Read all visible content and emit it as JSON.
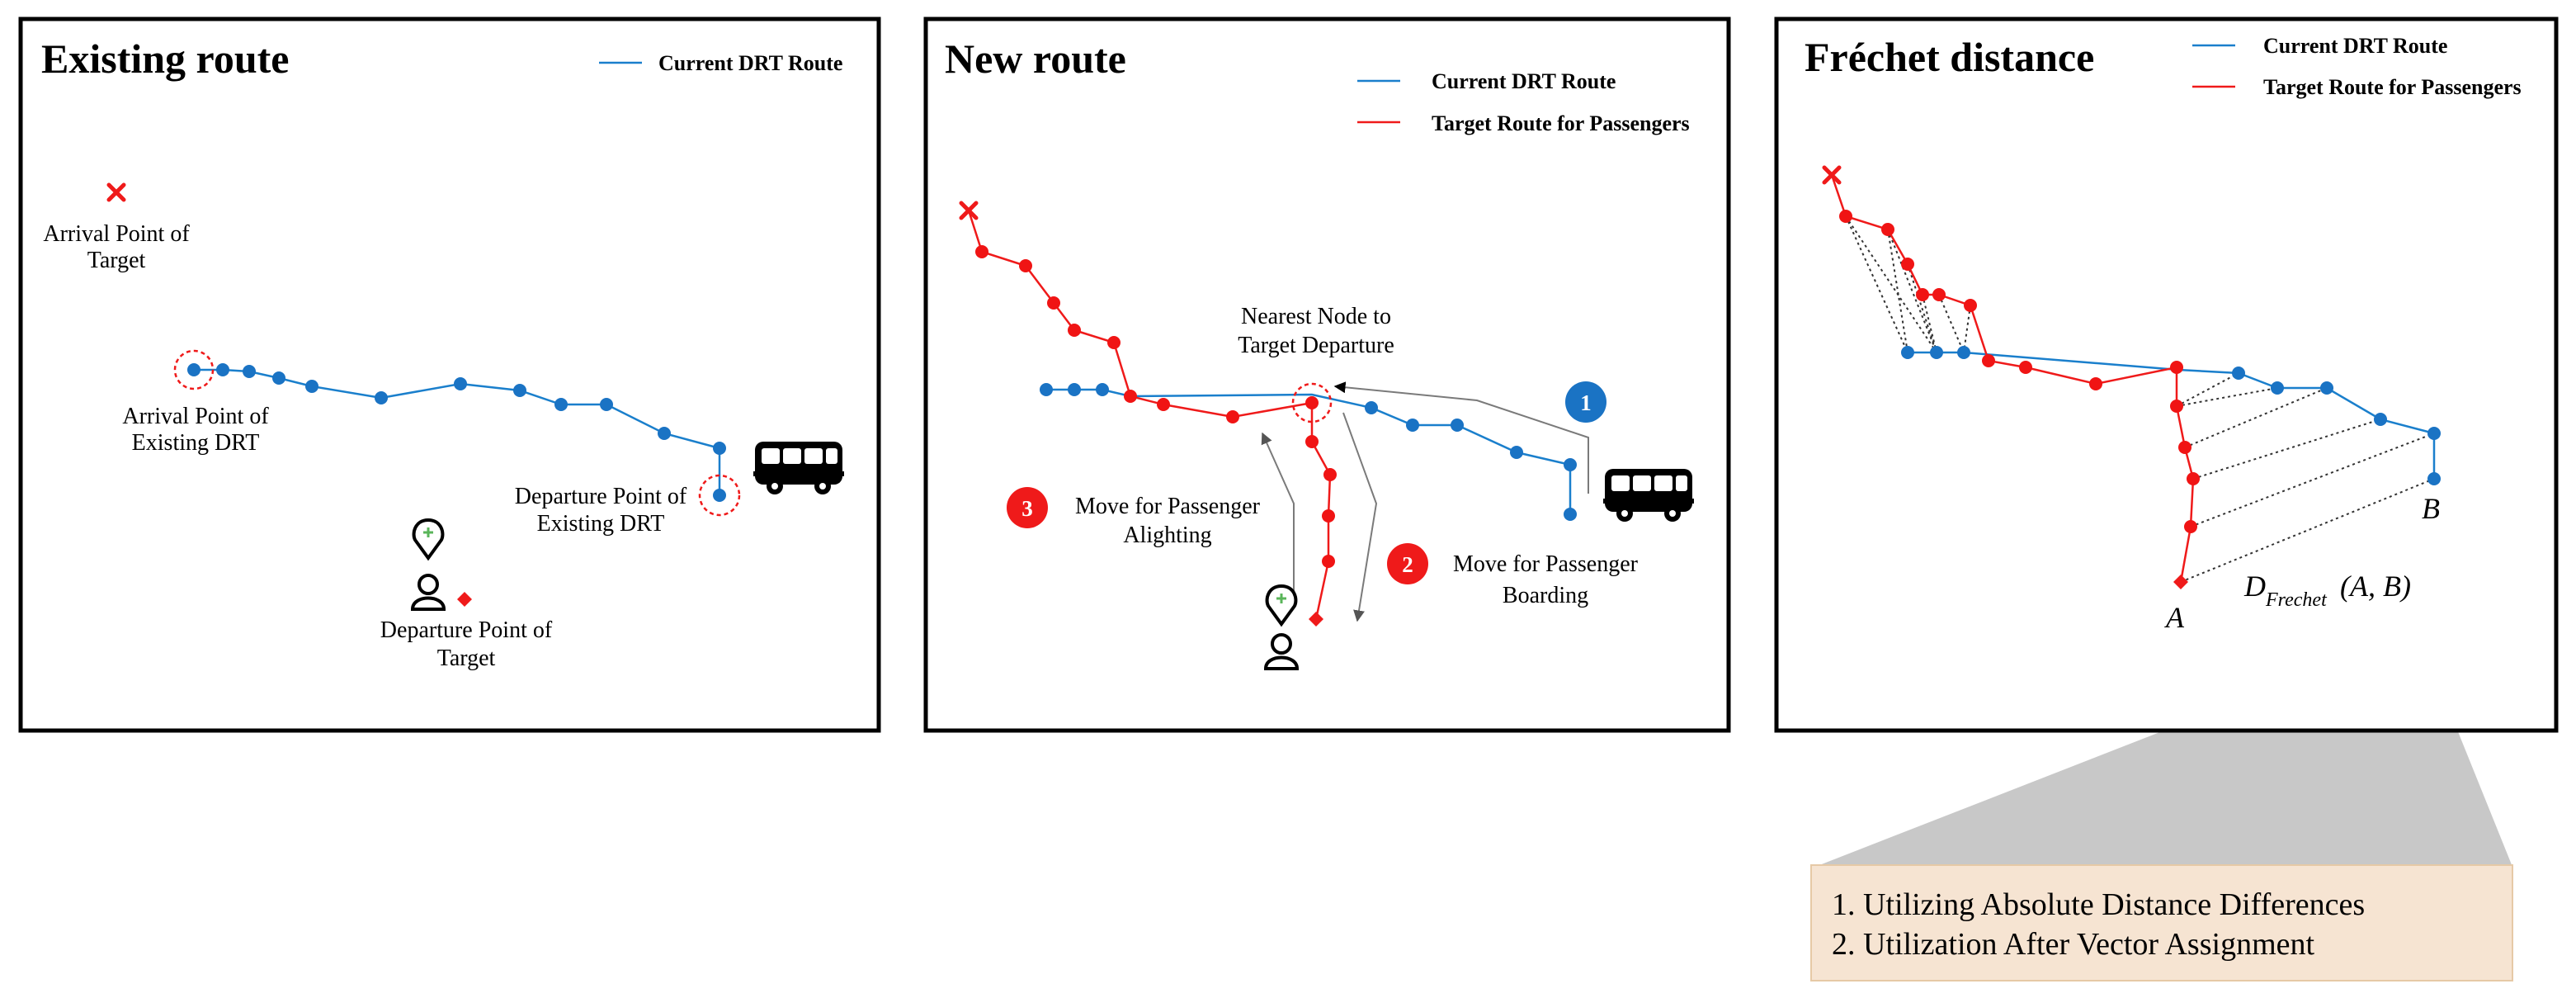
{
  "colors": {
    "current_route": "#1a7fcc",
    "target_route": "#ef1a1a",
    "badge_blue": "#1a73c4",
    "badge_red": "#ef1a1a",
    "note_fill": "#f6e4d2",
    "note_stroke": "#e6c9a6",
    "callout_gray": "#c8c8c8"
  },
  "panels": [
    {
      "title": "Existing route",
      "legend": [
        "Current DRT Route"
      ],
      "labels": {
        "arrival_target_1": "Arrival Point of",
        "arrival_target_2": "Target",
        "arrival_drt_1": "Arrival Point of",
        "arrival_drt_2": "Existing DRT",
        "departure_drt_1": "Departure Point of",
        "departure_drt_2": "Existing DRT",
        "departure_target_1": "Departure Point of",
        "departure_target_2": "Target"
      },
      "icons": [
        "arrival-cross-icon",
        "bus-icon",
        "location-pin-icon",
        "person-icon",
        "departure-diamond-icon"
      ]
    },
    {
      "title": "New route",
      "legend": [
        "Current DRT Route",
        "Target Route for Passengers"
      ],
      "labels": {
        "nearest_1": "Nearest Node to",
        "nearest_2": "Target Departure",
        "alight_1": "Move for Passenger",
        "alight_2": "Alighting",
        "board_1": "Move for Passenger",
        "board_2": "Boarding"
      },
      "badges": [
        "1",
        "2",
        "3"
      ],
      "icons": [
        "arrival-cross-icon",
        "bus-icon",
        "location-pin-icon",
        "person-icon",
        "departure-diamond-icon"
      ]
    },
    {
      "title": "Fréchet distance",
      "legend": [
        "Current DRT Route",
        "Target Route for Passengers"
      ],
      "labels": {
        "point_a": "A",
        "point_b": "B",
        "formula_main": "D",
        "formula_sub": "Frechet",
        "formula_args": "(A, B)"
      },
      "icons": [
        "arrival-cross-icon",
        "departure-diamond-icon"
      ]
    }
  ],
  "note": {
    "items": [
      "1.   Utilizing Absolute Distance Differences",
      "2.   Utilization After Vector Assignment"
    ]
  }
}
